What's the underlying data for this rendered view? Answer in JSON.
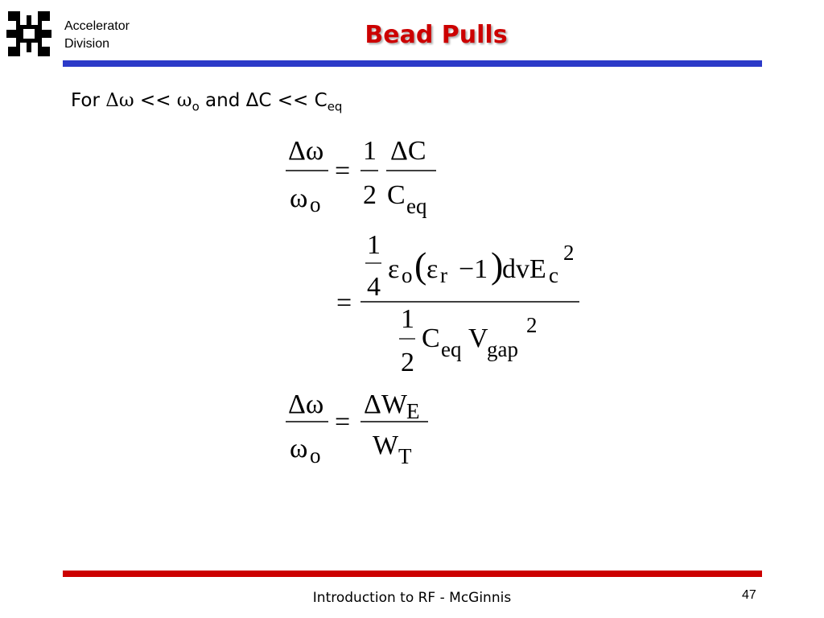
{
  "header": {
    "division_line1": "Accelerator",
    "division_line2": "Division",
    "title": "Bead Pulls"
  },
  "intro": {
    "for": "For ",
    "delta_omega": "Δω",
    "ll1": " << ",
    "omega": "ω",
    "omega_sub": "o",
    "and": " and ",
    "delta_c": "ΔC",
    "ll2": " << ",
    "c": "C",
    "c_sub": "eq"
  },
  "equations": {
    "eq1": {
      "lhs_num": "Δω",
      "lhs_den": "ω",
      "lhs_den_sub": "o",
      "eq": "=",
      "half_num": "1",
      "half_den": "2",
      "rhs_num": "ΔC",
      "rhs_den": "C",
      "rhs_den_sub": "eq"
    },
    "eq2": {
      "eq": "=",
      "quarter_num": "1",
      "quarter_den": "4",
      "eps": "ε",
      "eps_sub": "o",
      "paren_open": "(",
      "eps_r": "ε",
      "eps_r_sub": "r",
      "minus_one": "−1",
      "paren_close": ")",
      "dv": "dvE",
      "e_sub": "c",
      "e_sup": "2",
      "half_num": "1",
      "half_den": "2",
      "c": "C",
      "c_sub": "eq",
      "v": "V",
      "v_sub": "gap",
      "v_sup": "2"
    },
    "eq3": {
      "lhs_num": "Δω",
      "lhs_den": "ω",
      "lhs_den_sub": "o",
      "eq": "=",
      "rhs_num": "ΔW",
      "rhs_num_sub": "E",
      "rhs_den": "W",
      "rhs_den_sub": "T"
    }
  },
  "footer": {
    "text": "Introduction to RF - McGinnis",
    "page": "47"
  },
  "colors": {
    "title": "#cc0000",
    "top_bar": "#2c3ac8",
    "bottom_bar": "#cc0000"
  }
}
